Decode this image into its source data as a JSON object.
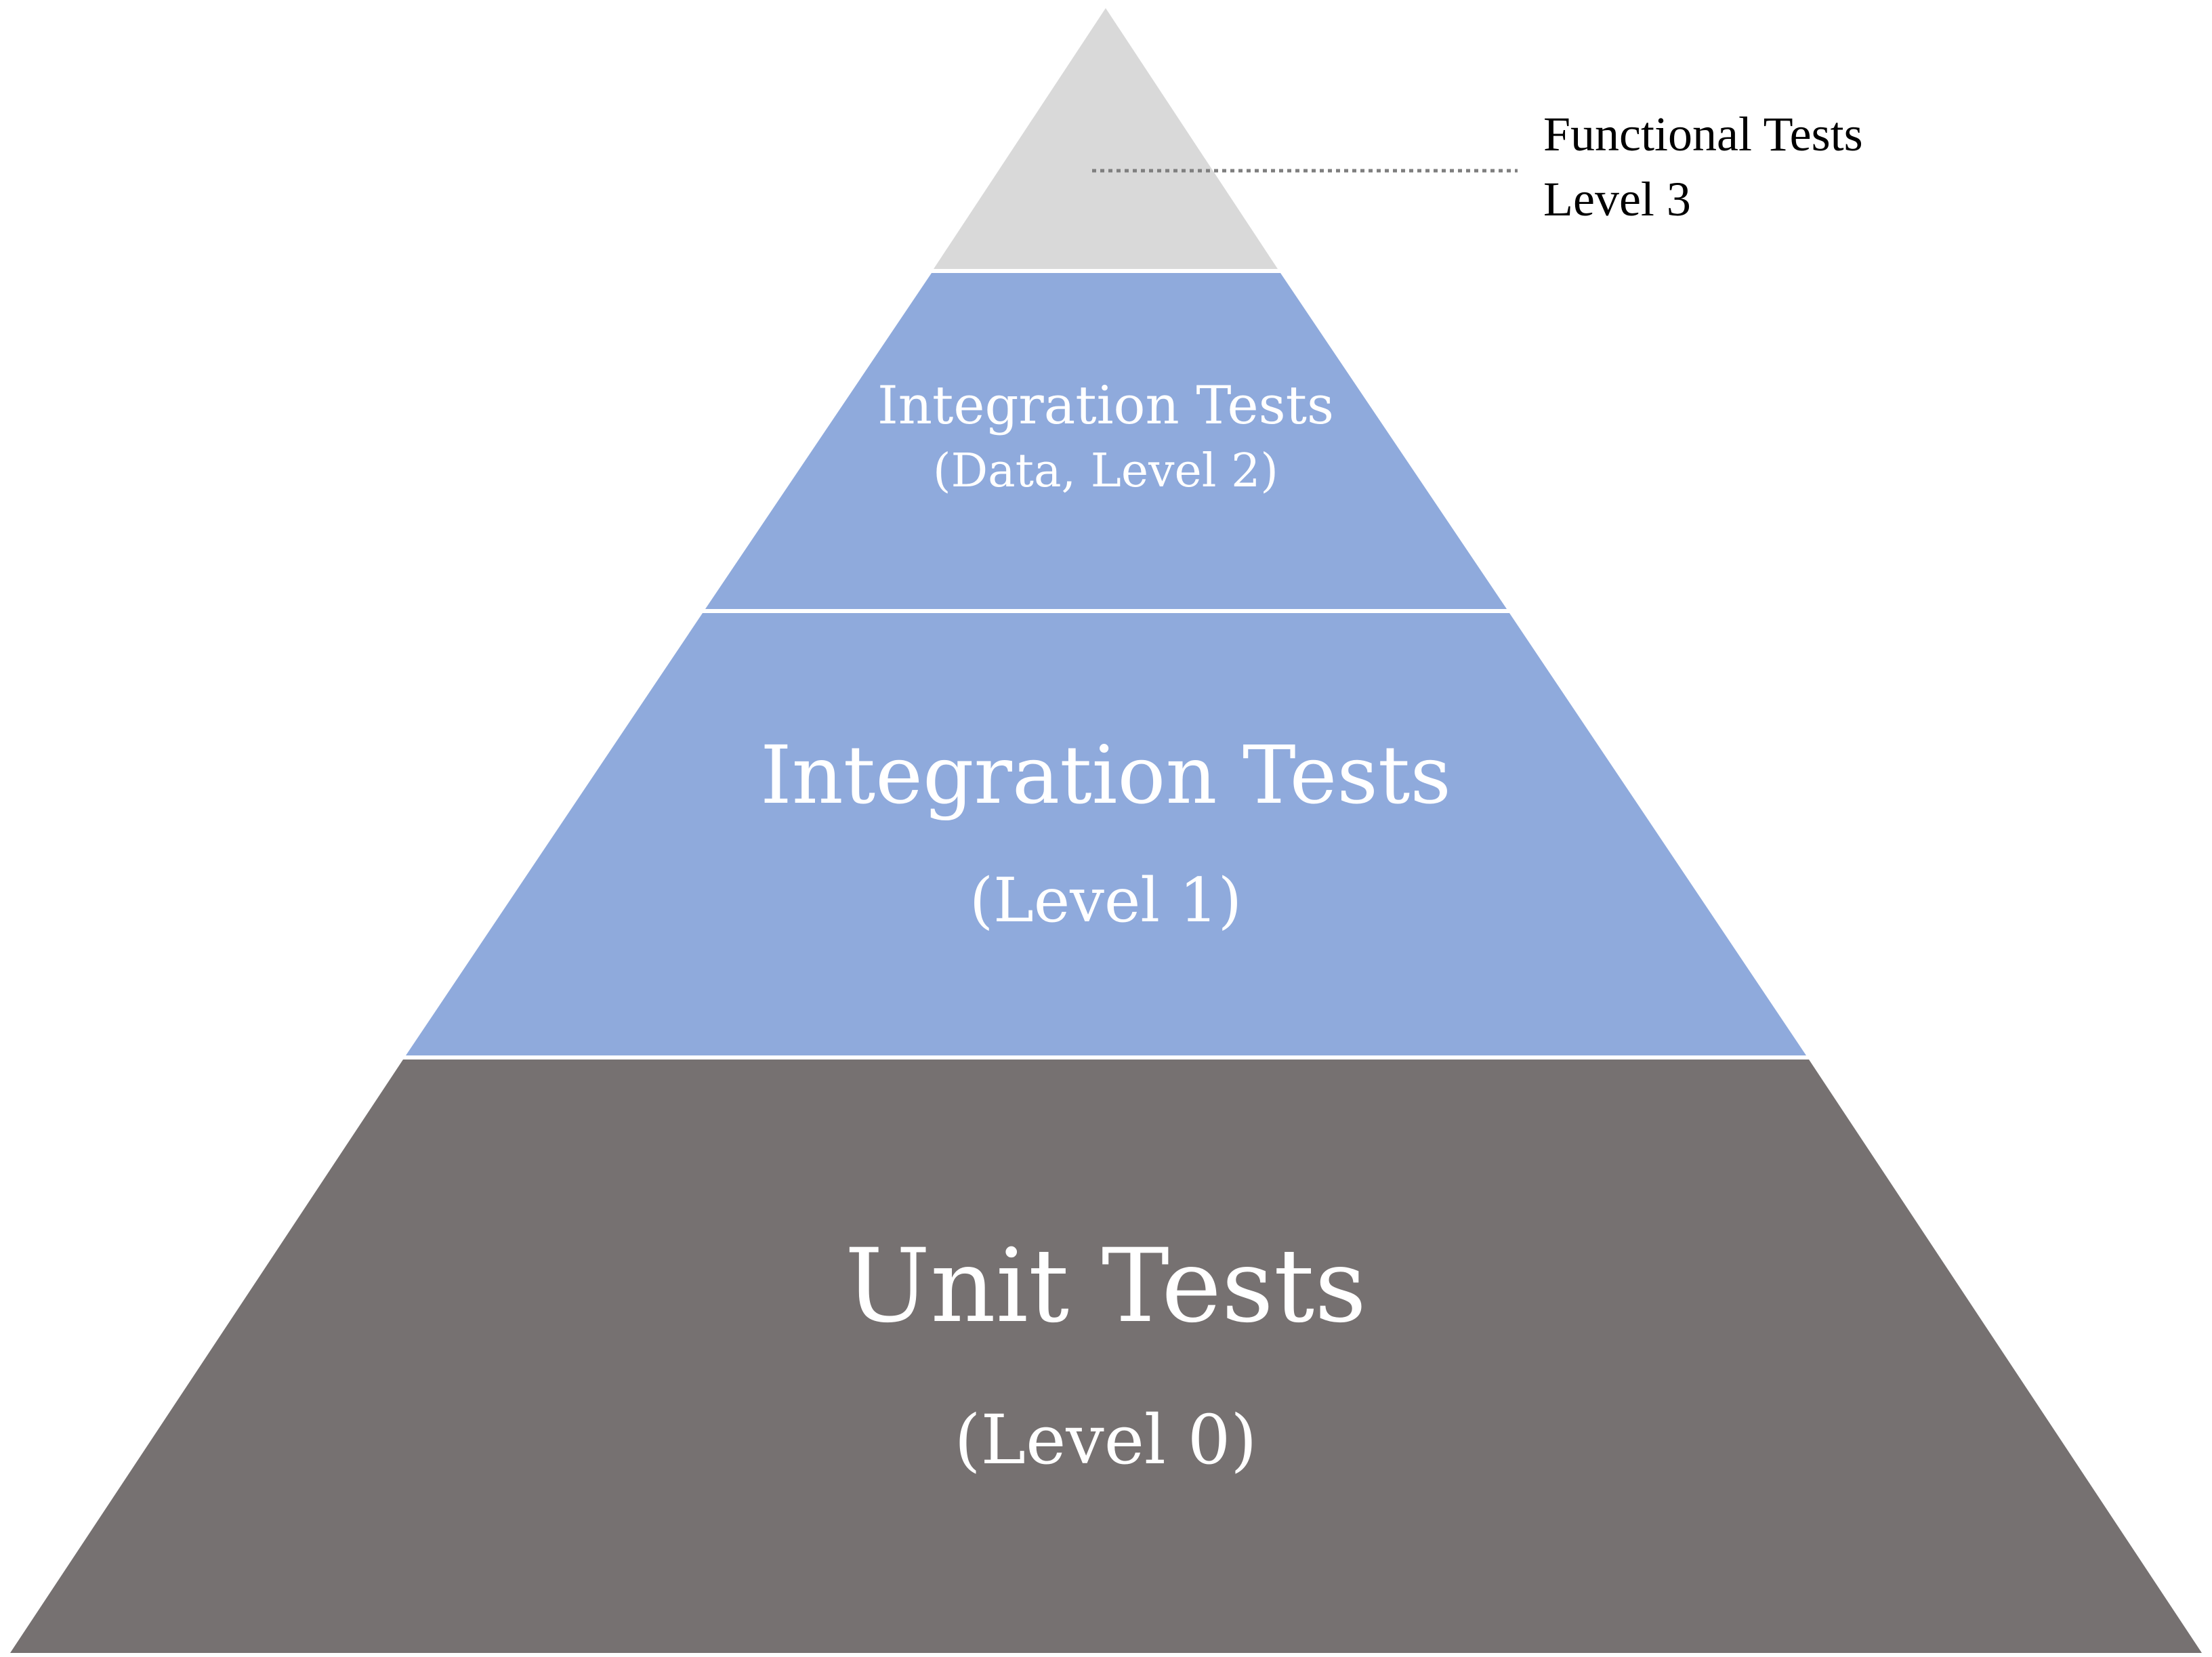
{
  "layers": {
    "level3": {
      "name": "Functional Tests",
      "sublabel": "Level 3",
      "color": "#d9d9d9"
    },
    "level2": {
      "name": "Integration Tests",
      "sublabel": "(Data, Level 2)",
      "color": "#8faadc"
    },
    "level1": {
      "name": "Integration Tests",
      "sublabel": "(Level 1)",
      "color": "#8faadc"
    },
    "level0": {
      "name": "Unit Tests",
      "sublabel": "(Level 0)",
      "color": "#767171"
    }
  },
  "colors": {
    "separator": "#ffffff",
    "leader_line": "#7f7f7f",
    "callout_text": "#000000",
    "layer_text": "#ffffff"
  }
}
